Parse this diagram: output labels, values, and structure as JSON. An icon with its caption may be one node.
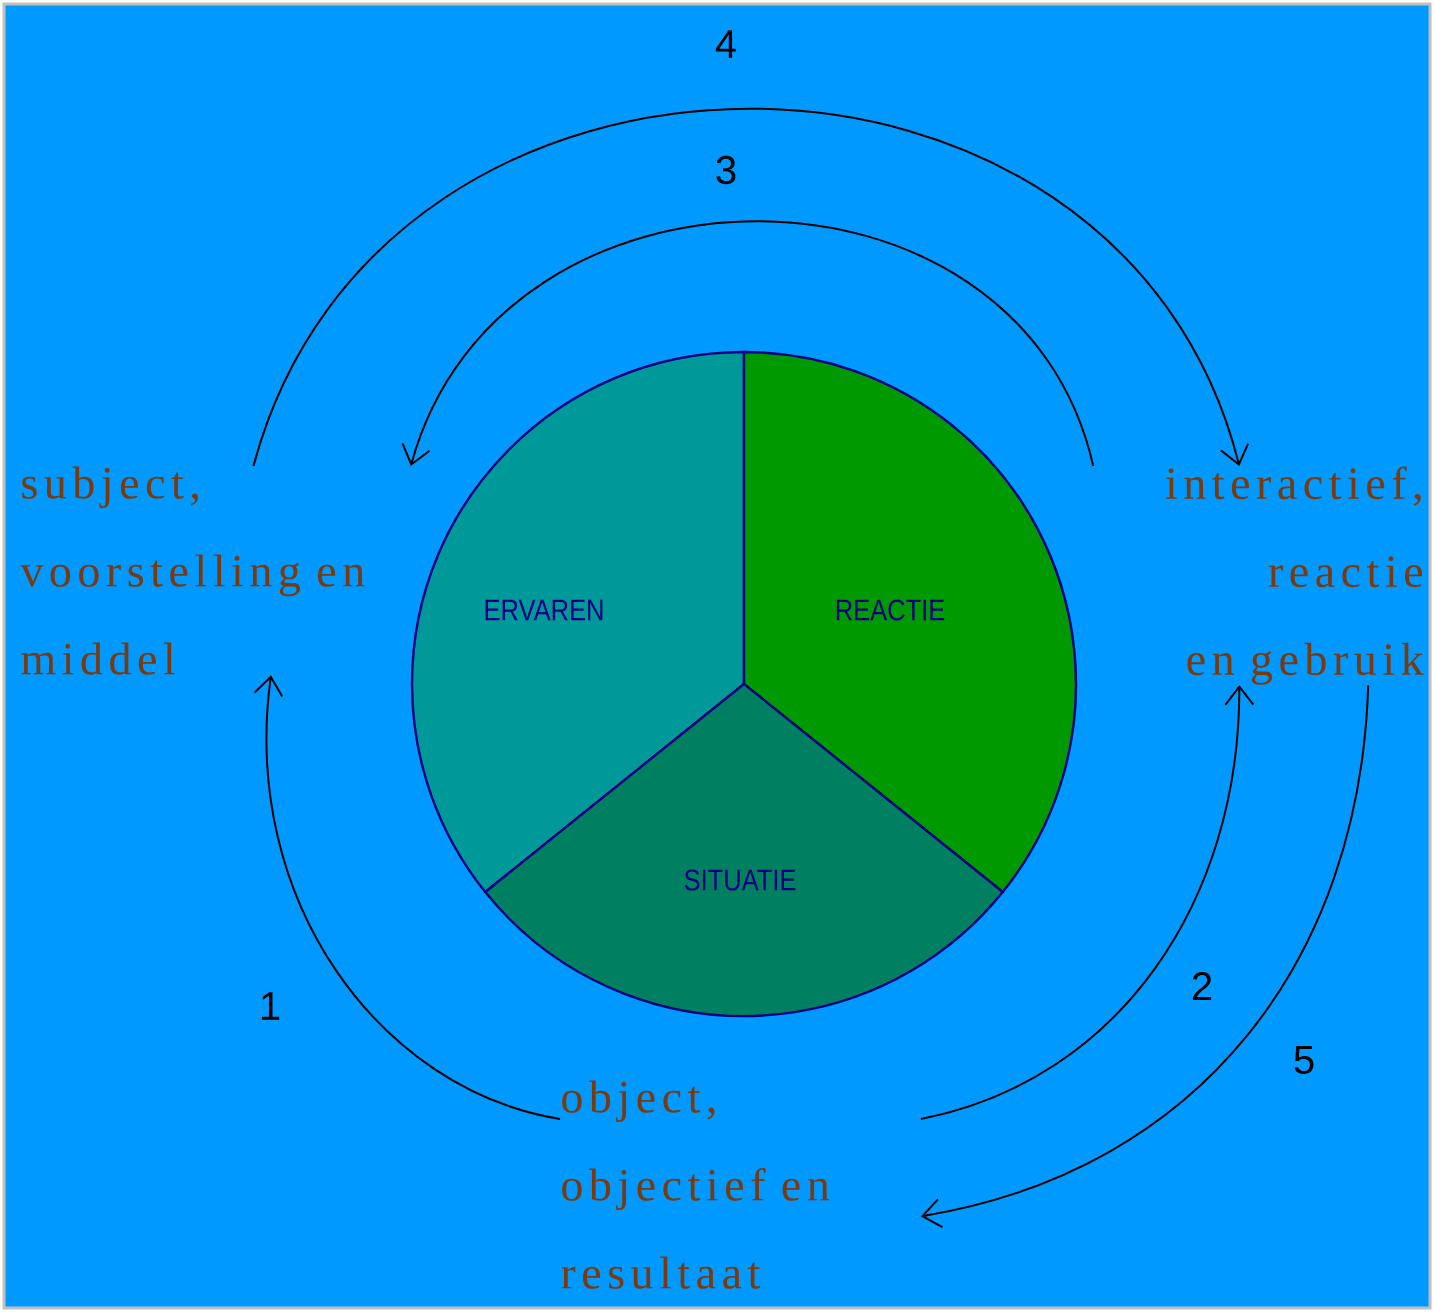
{
  "diagram": {
    "nodes": [
      {
        "text": [
          "subject, voorstelling en middel"
        ]
      },
      {
        "text": [
          "interactief, reactie en gebruik"
        ]
      },
      {
        "text": [
          "object, objectief en resultaat"
        ]
      },
      {
        "text": [
          "ERVAREN"
        ]
      },
      {
        "text": [
          "REACTIE"
        ]
      },
      {
        "text": [
          "SITUATIE"
        ]
      }
    ],
    "edges": [
      {
        "from": 2,
        "to": 0,
        "arrow": "to",
        "label": "1"
      },
      {
        "from": 2,
        "to": 1,
        "arrow": "to",
        "label": "2"
      },
      {
        "from": 1,
        "to": 0,
        "arrow": "to",
        "label": "3"
      },
      {
        "from": 0,
        "to": 1,
        "arrow": "to",
        "label": "4"
      },
      {
        "from": 1,
        "to": 2,
        "arrow": "to",
        "label": "5"
      }
    ]
  }
}
